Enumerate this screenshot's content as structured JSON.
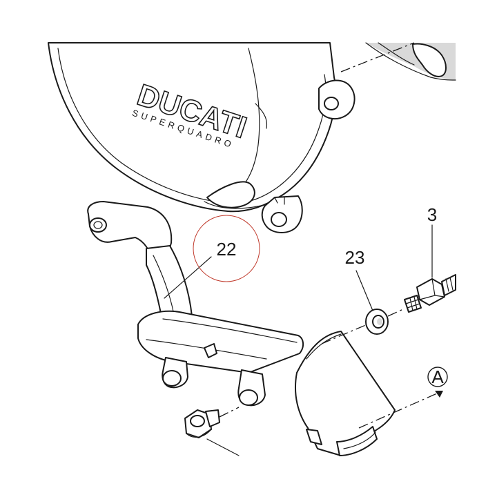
{
  "diagram": {
    "logo": {
      "brand": "DUCATI",
      "model": "SUPERQUADRO"
    },
    "callouts": [
      {
        "id": "part-22",
        "label": "22"
      },
      {
        "id": "part-23",
        "label": "23"
      },
      {
        "id": "part-3",
        "label": "3"
      }
    ],
    "view_marker": {
      "label": "A"
    },
    "highlight_color": "#c0392b",
    "line_color": "#1a1a1a"
  }
}
